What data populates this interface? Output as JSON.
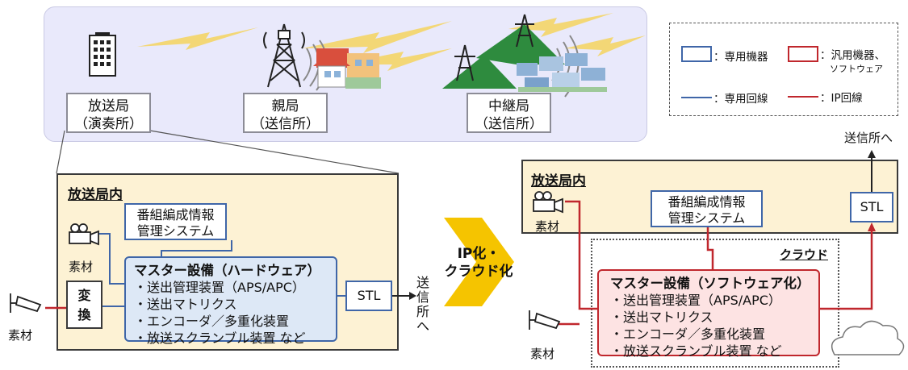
{
  "stations": {
    "broadcast": {
      "line1": "放送局",
      "line2": "（演奏所）"
    },
    "parent": {
      "line1": "親局",
      "line2": "（送信所）"
    },
    "relay": {
      "line1": "中継局",
      "line2": "（送信所）"
    }
  },
  "legend": {
    "dedicated_device": "：専用機器",
    "general_device_1": "：汎用機器、",
    "general_device_2": "ソフトウェア",
    "dedicated_line": "：専用回線",
    "ip_line": "：IP回線"
  },
  "left": {
    "title": "放送局内",
    "program_info": {
      "line1": "番組編成情報",
      "line2": "管理システム"
    },
    "camera_label": "素材",
    "cctv_label": "素材",
    "convert": {
      "line1": "変",
      "line2": "換"
    },
    "master": {
      "title": "マスター設備（ハードウェア）",
      "items": [
        "・送出管理装置（APS/APC）",
        "・送出マトリクス",
        "・エンコーダ／多重化装置",
        "・放送スクランブル装置 など"
      ]
    },
    "stl": "STL",
    "to_transmitter": [
      "送",
      "信",
      "所",
      "へ"
    ]
  },
  "transition": {
    "line1": "IP化・",
    "line2": "クラウド化"
  },
  "right": {
    "title": "放送局内",
    "camera_label": "素材",
    "cctv_label": "素材",
    "program_info": {
      "line1": "番組編成情報",
      "line2": "管理システム"
    },
    "stl": "STL",
    "to_transmitter": "送信所へ",
    "cloud_label": "クラウド",
    "master": {
      "title": "マスター設備（ソフトウェア化）",
      "items": [
        "・送出管理装置（APS/APC）",
        "・送出マトリクス",
        "・エンコーダ／多重化装置",
        "・放送スクランブル装置 など"
      ]
    }
  },
  "colors": {
    "dedicated": "#3f66a8",
    "ip": "#c0272d",
    "office_bg": "#fdf2d4",
    "top_bg": "#e9e9fb",
    "arrow": "#f5c400"
  }
}
